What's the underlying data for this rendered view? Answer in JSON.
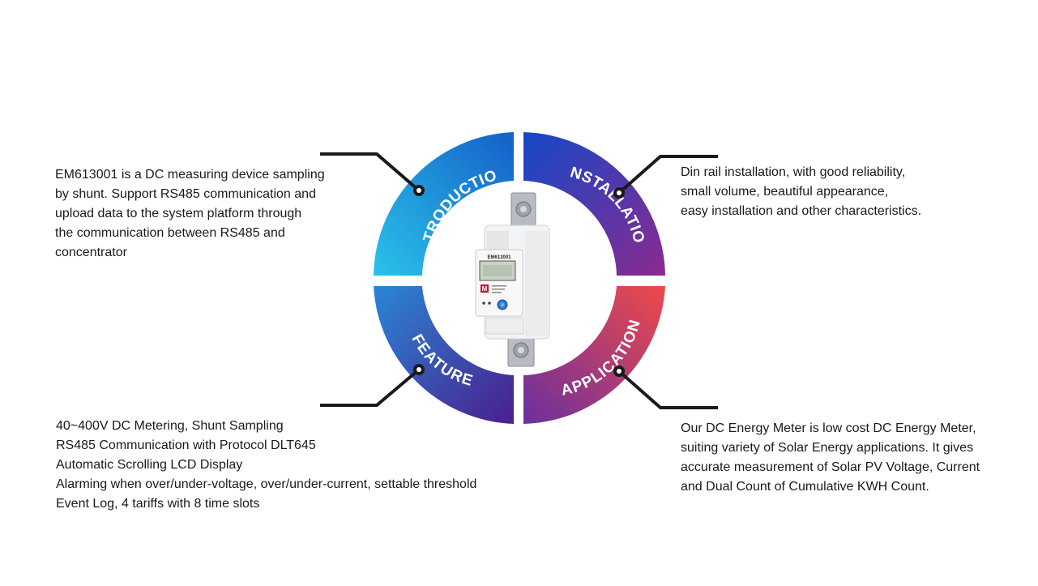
{
  "segments": {
    "introduction": "INTRODUCTION",
    "installation": "INSTALLATION",
    "feature": "FEATURE",
    "application": "APPLICATION"
  },
  "device": {
    "model": "EM613001",
    "logo_letter": "M"
  },
  "introduction_text": [
    "EM613001 is a DC measuring device sampling",
    "by shunt. Support RS485 communication and",
    "upload data to the system platform through",
    "the communication between RS485 and",
    "concentrator"
  ],
  "installation_text": [
    "Din rail installation, with good reliability,",
    "small volume, beautiful appearance,",
    "easy installation and other characteristics."
  ],
  "feature_text": [
    "40~400V DC Metering, Shunt Sampling",
    "RS485 Communication with Protocol DLT645",
    "Automatic Scrolling LCD Display",
    "Alarming when over/under-voltage, over/under-current, settable threshold",
    "Event Log, 4 tariffs with 8 time slots"
  ],
  "application_text": [
    "Our DC Energy Meter is low cost DC Energy Meter,",
    "suiting variety of Solar Energy applications. It gives",
    "accurate measurement of Solar PV Voltage, Current",
    "and Dual Count of Cumulative KWH Count."
  ],
  "colors": {
    "intro_start": "#29c3ea",
    "intro_end": "#1560c8",
    "install_start": "#1548c8",
    "install_end": "#8a2a8f",
    "feature_start": "#2a7fd0",
    "feature_end": "#4a1f8c",
    "app_start": "#6a2fa0",
    "app_end": "#ee4a4a",
    "connector": "#1a1a1a"
  }
}
